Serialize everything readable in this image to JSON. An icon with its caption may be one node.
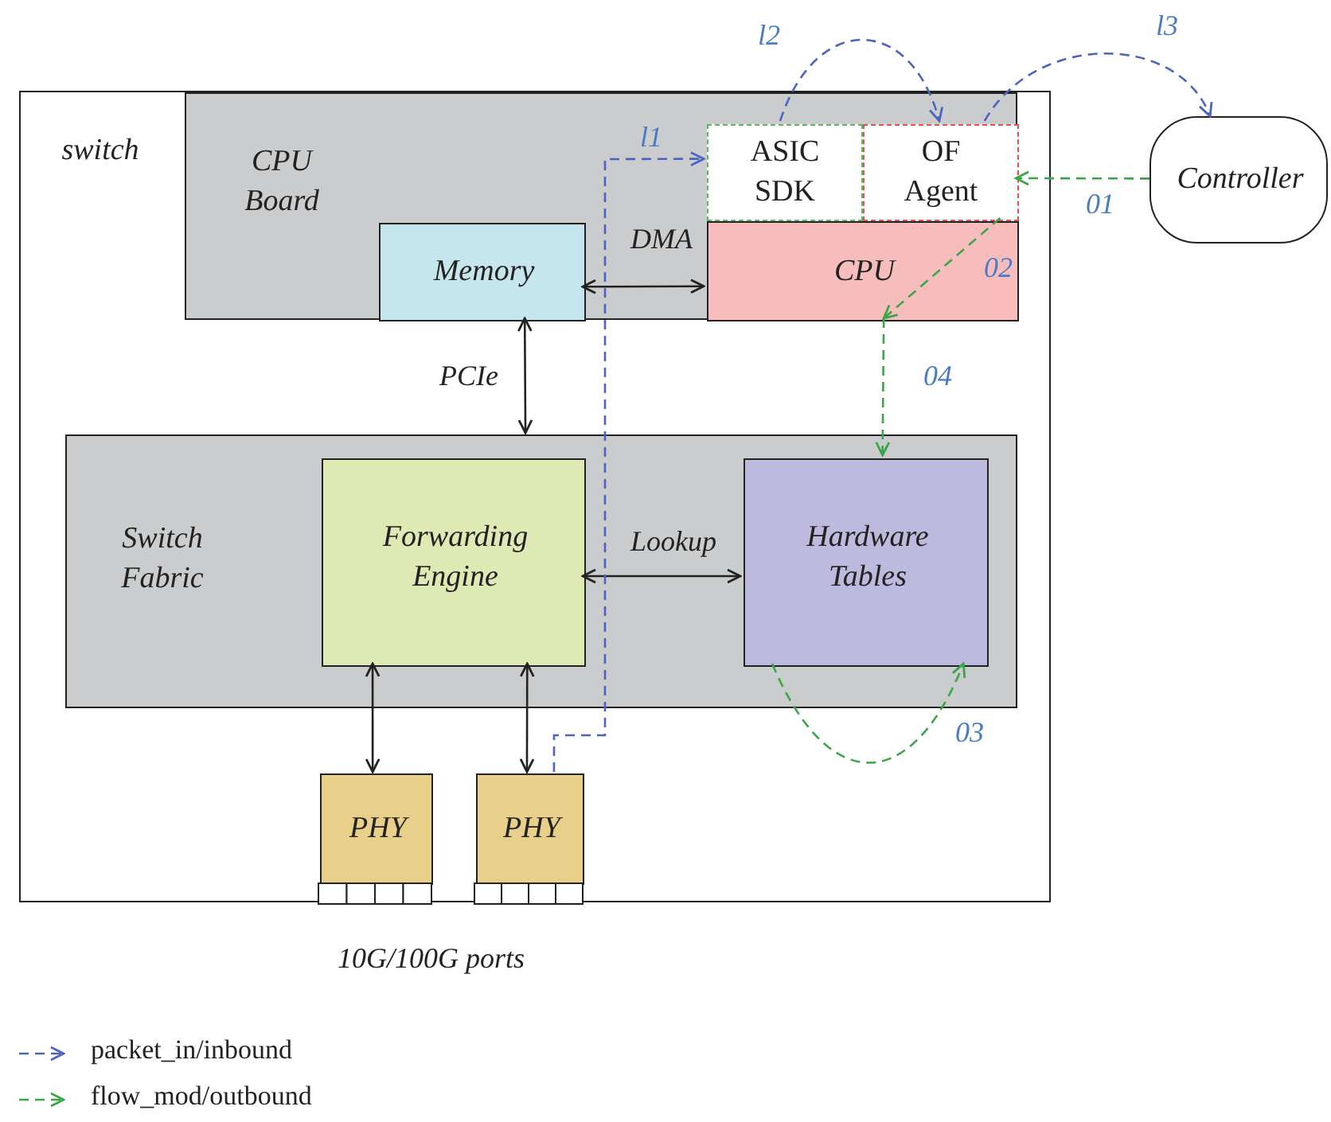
{
  "diagram": {
    "nodes": [
      {
        "text": [
          "switch"
        ]
      },
      {
        "text": [
          "CPU Board"
        ],
        "in": 0
      },
      {
        "text": [
          "ASIC SDK"
        ],
        "in": 1
      },
      {
        "text": [
          "OF Agent"
        ],
        "in": 1
      },
      {
        "text": [
          "Memory"
        ],
        "in": 1
      },
      {
        "text": [
          "CPU"
        ],
        "in": 1
      },
      {
        "text": [
          "Switch Fabric"
        ],
        "in": 0
      },
      {
        "text": [
          "Forwarding Engine"
        ],
        "in": 6
      },
      {
        "text": [
          "Hardware Tables"
        ],
        "in": 6
      },
      {
        "text": [
          "PHY"
        ],
        "in": 0
      },
      {
        "text": [
          "PHY"
        ],
        "in": 0
      },
      {
        "text": [
          "Controller"
        ]
      }
    ],
    "edges": [
      {
        "from": 4,
        "to": 5,
        "arrow": "both",
        "label": "DMA"
      },
      {
        "from": 4,
        "to": 6,
        "arrow": "both",
        "label": "PCIe"
      },
      {
        "from": 7,
        "to": 8,
        "arrow": "both",
        "label": "Lookup"
      },
      {
        "from": 7,
        "to": 9,
        "arrow": "both"
      },
      {
        "from": 7,
        "to": 10,
        "arrow": "both"
      },
      {
        "from": 10,
        "to": 2,
        "arrow": "to",
        "label": "l1",
        "style": "dashed",
        "color": "#4a64c0"
      },
      {
        "from": 2,
        "to": 3,
        "arrow": "to",
        "label": "l2",
        "style": "dashed",
        "color": "#4a64c0"
      },
      {
        "from": 3,
        "to": 11,
        "arrow": "to",
        "label": "l3",
        "style": "dashed",
        "color": "#4a64c0"
      },
      {
        "from": 11,
        "to": 3,
        "arrow": "to",
        "label": "01",
        "style": "dashed",
        "color": "#3aa648"
      },
      {
        "from": 3,
        "to": 5,
        "arrow": "to",
        "label": "02",
        "style": "dashed",
        "color": "#3aa648"
      },
      {
        "from": 5,
        "to": 8,
        "arrow": "to",
        "label": "04",
        "style": "dashed",
        "color": "#3aa648"
      },
      {
        "from": 8,
        "to": 8,
        "arrow": "to",
        "label": "03",
        "style": "dashed",
        "color": "#3aa648"
      }
    ],
    "labels": [
      "10G/100G ports"
    ],
    "legend": [
      {
        "text": "packet_in/inbound"
      },
      {
        "text": "flow_mod/outbound"
      }
    ]
  }
}
